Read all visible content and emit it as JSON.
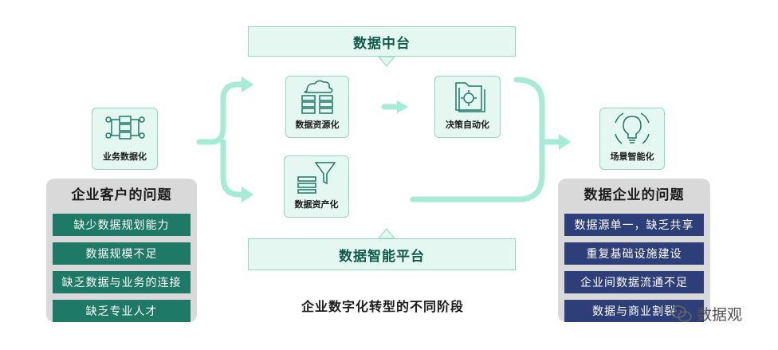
{
  "top_bar": {
    "label": "数据中台"
  },
  "bottom_bar": {
    "label": "数据智能平台"
  },
  "nodes": {
    "business": {
      "label": "业务数据化"
    },
    "resource": {
      "label": "数据资源化"
    },
    "decision": {
      "label": "决策自动化"
    },
    "asset": {
      "label": "数据资产化"
    },
    "scene": {
      "label": "场景智能化"
    }
  },
  "left_panel": {
    "title": "企业客户的问题",
    "items": [
      "缺少数据规划能力",
      "数据规模不足",
      "缺乏数据与业务的连接",
      "缺乏专业人才"
    ]
  },
  "right_panel": {
    "title": "数据企业的问题",
    "items": [
      "数据源单一，缺乏共享",
      "重复基础设施建设",
      "企业间数据流通不足",
      "数据与商业割裂"
    ]
  },
  "caption": "企业数字化转型的不同阶段",
  "watermark": {
    "text": "数据观"
  },
  "colors": {
    "accent_green": "#1e7a66",
    "accent_navy": "#2e3e78",
    "flow": "#a6ebd5",
    "node_bg": "#e4f7f0"
  }
}
